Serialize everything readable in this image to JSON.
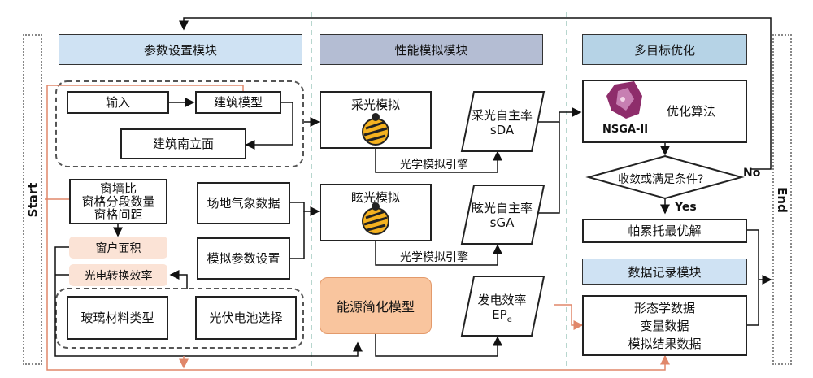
{
  "side": {
    "start": "Start",
    "end": "End"
  },
  "headers": {
    "param": "参数设置模块",
    "perf": "性能模拟模块",
    "opt": "多目标优化",
    "record": "数据记录模块"
  },
  "param": {
    "input": "输入",
    "building_model": "建筑模型",
    "south_facade": "建筑南立面",
    "wwr": "窗墙比",
    "mullion_count": "窗格分段数量",
    "mullion_spacing": "窗格间距",
    "weather": "场地气象数据",
    "sim_settings": "模拟参数设置",
    "window_area": "窗户面积",
    "pv_efficiency": "光电转换效率",
    "glass_type": "玻璃材料类型",
    "pv_cell": "光伏电池选择"
  },
  "perf": {
    "daylight_sim": "采光模拟",
    "glare_sim": "眩光模拟",
    "engine_1": "光学模拟引擎",
    "engine_2": "光学模拟引擎",
    "energy_model": "能源简化模型",
    "sda_1": "采光自主率",
    "sda_2": "sDA",
    "sga_1": "眩光自主率",
    "sga_2": "sGA",
    "ep_1": "发电效率",
    "ep_2": "EP",
    "ep_sub": "e"
  },
  "opt": {
    "nsga": "NSGA-II",
    "algorithm": "优化算法",
    "condition": "收敛或满足条件?",
    "no": "No",
    "yes": "Yes",
    "pareto": "帕累托最优解",
    "morph": "形态学数据",
    "vars": "变量数据",
    "results": "模拟结果数据"
  },
  "colors": {
    "header_blue": "#cfe2f3",
    "header_grey": "#b4bdd3",
    "header_teal": "#b6d3e6",
    "pink": "#fbe3d6",
    "orange": "#f9c59e",
    "orange_line": "#e0876a",
    "divider": "#9fc8bd"
  }
}
